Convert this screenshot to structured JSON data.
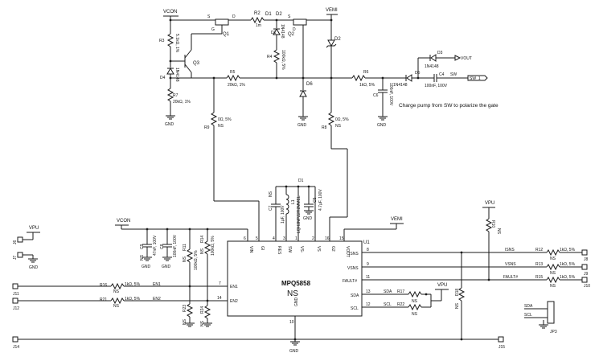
{
  "labels": {
    "vcon_top": "VCON",
    "vemi_top": "VEMI",
    "vcon_bottom": "VCON",
    "vemi_bottom": "VEMI",
    "vpu_left": "VPU",
    "vpu_right": "VPU",
    "vpu_mid": "VPU",
    "vout_net": "VOUT",
    "sw_net": "SW_1",
    "sw_label": "SW",
    "annotation": "Charge pump from SW to polarize the gate"
  },
  "components": {
    "R2": {
      "ref": "R2",
      "value": "1m"
    },
    "D1": {
      "ref": "D1"
    },
    "D2a": {
      "ref": "D2",
      "value": "1N4148"
    },
    "D1a": {
      "ref": "D1",
      "value": "1N4148"
    },
    "Q1": {
      "ref": "Q1"
    },
    "Q2": {
      "ref": "Q2"
    },
    "Q3": {
      "ref": "Q3"
    },
    "R3": {
      "ref": "R3",
      "value": "5.1kΩ, 1%"
    },
    "D4": {
      "ref": "D4",
      "value": "1N4148"
    },
    "R7": {
      "ref": "R7",
      "value": "20kΩ, 1%"
    },
    "R5": {
      "ref": "R5",
      "value": "20kΩ, 1%"
    },
    "R4": {
      "ref": "R4",
      "value": "100kΩ, 5%"
    },
    "D6": {
      "ref": "D6"
    },
    "D2z": {
      "ref": "D2"
    },
    "R6": {
      "ref": "R6",
      "value": "1kΩ, 5%"
    },
    "C6": {
      "ref": "C6",
      "value": "100nF, 100V"
    },
    "D5": {
      "ref": "D5",
      "value": "1N4148"
    },
    "D3": {
      "ref": "D3",
      "value": "1N4148"
    },
    "C4": {
      "ref": "C4",
      "value": "100nF, 100V"
    },
    "R8": {
      "ref": "R8",
      "value": "0Ω, 5%",
      "ns": "NS"
    },
    "R9": {
      "ref": "R9",
      "value": "0Ω, 5%",
      "ns": "NS"
    },
    "C7": {
      "ref": "C7",
      "value": "1μF, 100V",
      "ns": "NS"
    },
    "L1": {
      "ref": "L1",
      "value": "LQH3NPZ2R2MMEL"
    },
    "D1b": {
      "ref": "D1"
    },
    "C5": {
      "ref": "C5",
      "value": "4.7μF, 100V"
    },
    "C9": {
      "ref": "C9",
      "value": "47nF, 100V",
      "ns": "NS"
    },
    "C8": {
      "ref": "C8",
      "value": "100nF, 100V"
    },
    "R11": {
      "ref": "R11",
      "value": "100kΩ, 5%",
      "ns": "NS"
    },
    "R14": {
      "ref": "R14",
      "value": "100kΩ, 5%",
      "ns": "NS"
    },
    "R16": {
      "ref": "R16",
      "value": "1kΩ, 5%",
      "ns": "NS"
    },
    "R21": {
      "ref": "R21",
      "value": "1kΩ, 5%",
      "ns": "NS"
    },
    "R23": {
      "ref": "R23",
      "ns": "NS"
    },
    "R24": {
      "ref": "R24",
      "ns": "NS"
    },
    "R10": {
      "ref": "R10",
      "ns": "NS"
    },
    "R12": {
      "ref": "R12",
      "value": "1kΩ, 5%",
      "ns": "NS"
    },
    "R13": {
      "ref": "R13",
      "value": "1kΩ, 5%",
      "ns": "NS"
    },
    "R15": {
      "ref": "R15",
      "value": "1kΩ, 5%",
      "ns": "NS"
    },
    "R17": {
      "ref": "R17",
      "ns": "NS"
    },
    "R22": {
      "ref": "R22",
      "ns": "NS"
    },
    "R18": {
      "ref": "R18",
      "ns": "NS"
    }
  },
  "ic": {
    "ref": "U1",
    "name": "MPQ5858",
    "ns": "NS",
    "top_pins": [
      {
        "num": "6",
        "name": "VIN"
      },
      {
        "num": "5",
        "name": "GI"
      },
      {
        "num": "4",
        "name": "RES"
      },
      {
        "num": "3",
        "name": "SW"
      },
      {
        "num": "1",
        "name": "VS-"
      },
      {
        "num": "2",
        "name": "VS"
      },
      {
        "num": "16",
        "name": "G2"
      },
      {
        "num": "15",
        "name": "VOUT"
      }
    ],
    "left_pins": [
      {
        "num": "7",
        "name": "EN1"
      },
      {
        "num": "14",
        "name": "EN2"
      }
    ],
    "right_pins": [
      {
        "num": "8",
        "name": "ISNS"
      },
      {
        "num": "9",
        "name": "VSNS"
      },
      {
        "num": "11",
        "name": "FAULT#"
      },
      {
        "num": "13",
        "name": "SDA"
      },
      {
        "num": "12",
        "name": "SCL"
      }
    ],
    "bottom_pin": {
      "num": "10",
      "name": "GND"
    }
  },
  "nets": {
    "en1": "EN1",
    "en2": "EN2",
    "sda": "SDA",
    "scl": "SCL",
    "isns": "ISNS",
    "vsns": "VSNS",
    "fault": "FAULT#"
  },
  "connectors": {
    "J6": "J6",
    "J7": "J7",
    "J11": "J11",
    "J12": "J12",
    "J14": "J14",
    "J15": "J15",
    "J8": "J8",
    "J9": "J9",
    "J10": "J10",
    "JP3": "JP3"
  },
  "gnd": "GND",
  "mosfet_pins": {
    "s": "S",
    "d": "D",
    "g": "G"
  }
}
